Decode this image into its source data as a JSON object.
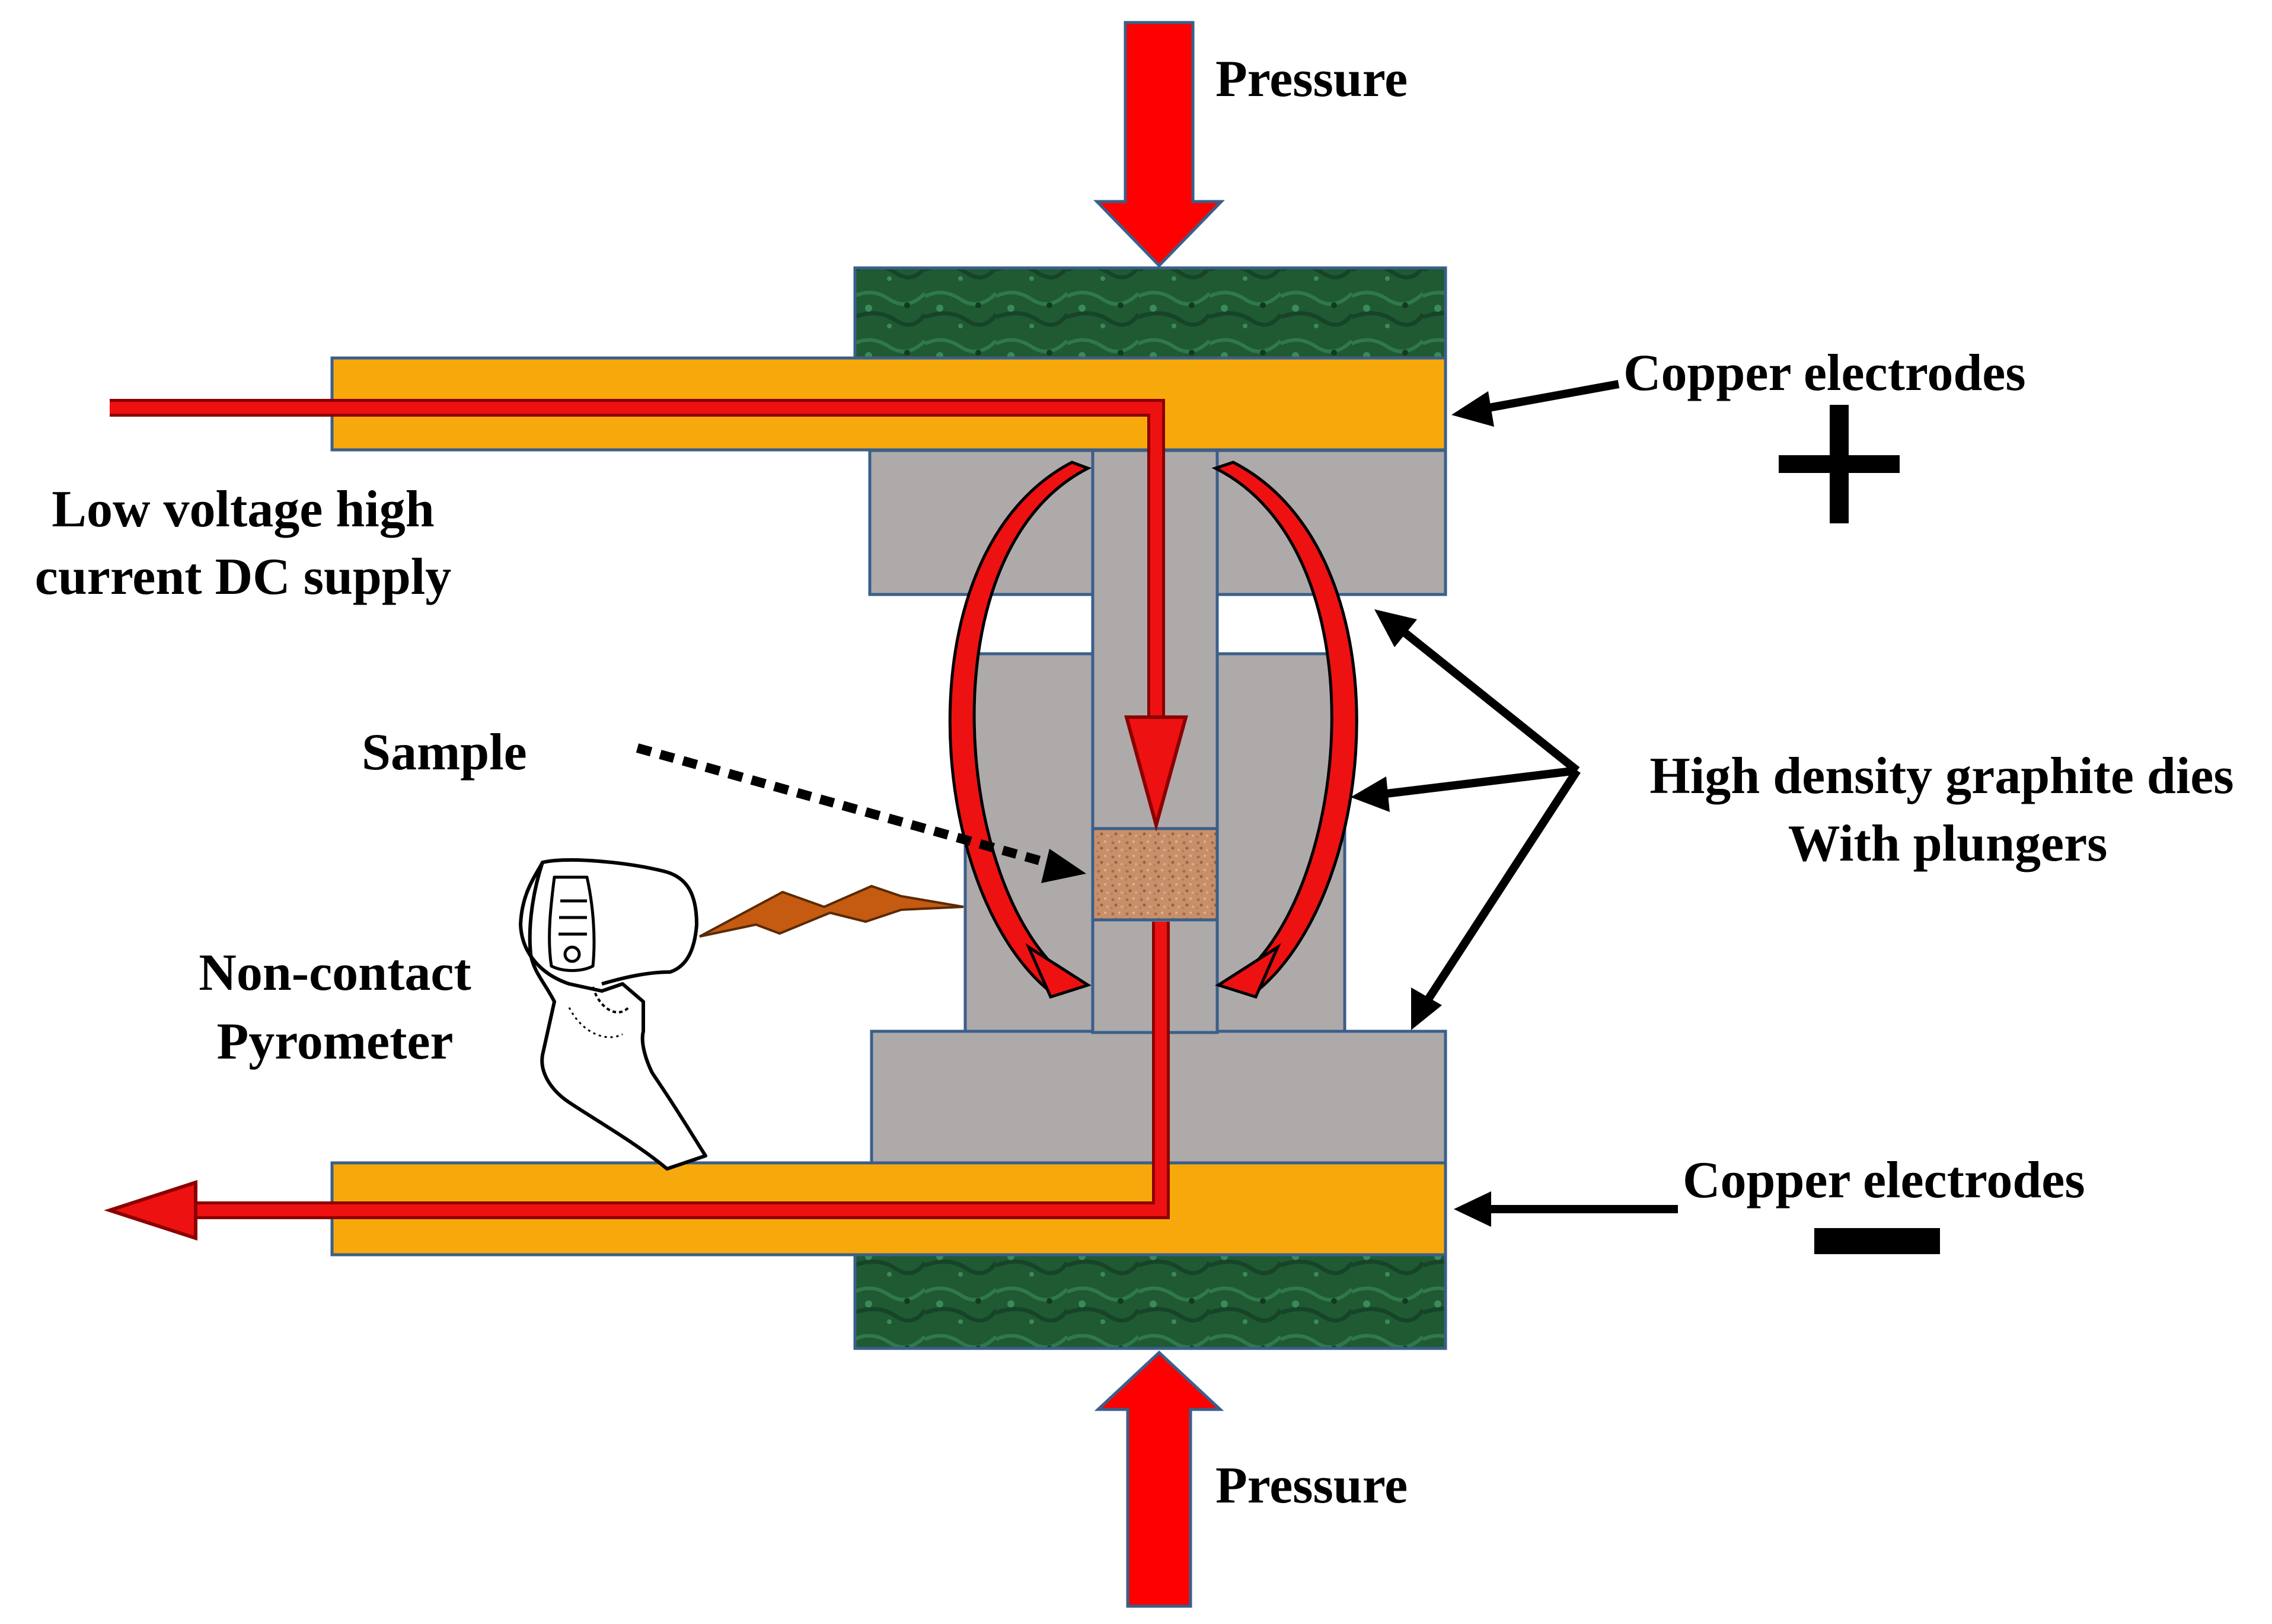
{
  "labels": {
    "pressure_top": "Pressure",
    "pressure_bottom": "Pressure",
    "copper_top": "Copper electrodes",
    "copper_bottom": "Copper electrodes",
    "polarity_plus": "+",
    "polarity_minus": "−",
    "supply_line1": "Low voltage high",
    "supply_line2": "current DC supply",
    "sample": "Sample",
    "dies_line1": "High density graphite dies",
    "dies_line2": "With plungers",
    "pyro_line1": "Non-contact",
    "pyro_line2": "Pyrometer"
  },
  "colors": {
    "copper": "#f7a90c",
    "graphite": "#aeaaaa",
    "insulator": "#1f5a33",
    "current": "#ee1111",
    "sample": "#c8906a",
    "spark": "#c55a11",
    "outline": "#3a5f8a"
  },
  "icons": {
    "pyrometer": "pyrometer-icon",
    "spark": "lightning-icon"
  }
}
